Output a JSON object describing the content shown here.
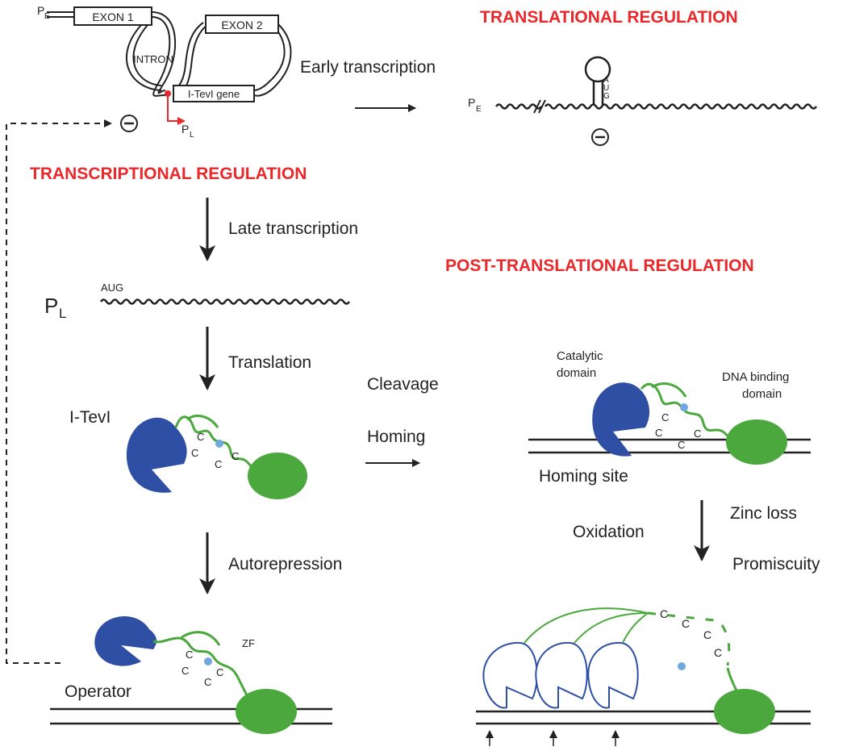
{
  "colors": {
    "accent_red": "#e8282b",
    "domain_blue": "#2e4fa3",
    "domain_green": "#4aa83d",
    "zinc": "#6fa8dc"
  },
  "gene": {
    "exon1": "EXON 1",
    "exon2": "EXON 2",
    "intron": "INTRON",
    "gene": "I-TevI gene",
    "pe": "P",
    "pe_sub": "E",
    "pl": "P",
    "pl_sub": "L",
    "minus": "−"
  },
  "sections": {
    "translational": "TRANSLATIONAL REGULATION",
    "transcriptional": "TRANSCRIPTIONAL REGULATION",
    "post_translational": "POST-TRANSLATIONAL REGULATION"
  },
  "steps": {
    "early": "Early transcription",
    "late": "Late transcription",
    "translation": "Translation",
    "cleavage": "Cleavage",
    "homing": "Homing",
    "autorepression": "Autorepression",
    "zinc_loss": "Zinc loss",
    "oxidation": "Oxidation",
    "promiscuity": "Promiscuity"
  },
  "labels": {
    "aug": "AUG",
    "aug_vertical": [
      "A",
      "U",
      "G"
    ],
    "itevi": "I-TevI",
    "catalytic1": "Catalytic",
    "catalytic2": "domain",
    "dnabind1": "DNA binding",
    "dnabind2": "domain",
    "homing_site": "Homing site",
    "operator": "Operator",
    "zf": "ZF",
    "c": "C"
  }
}
